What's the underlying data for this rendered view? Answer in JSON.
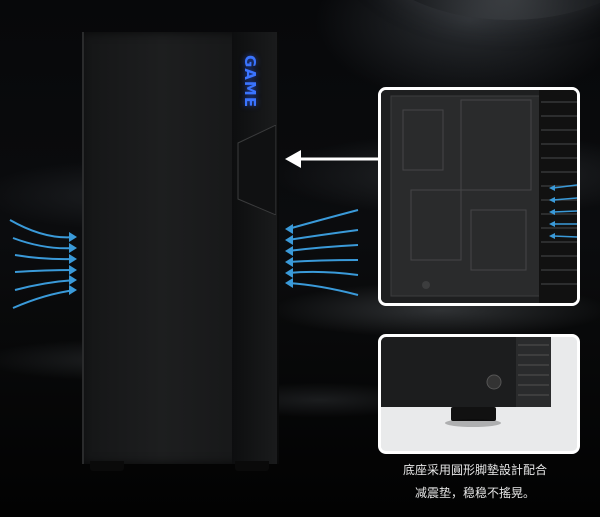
{
  "case": {
    "logo_text": "GAME"
  },
  "caption": {
    "line1": "底座采用圓形脚墊設計配合",
    "line2": "减震垫，稳稳不搖晃。"
  },
  "colors": {
    "airflow_blue": "#3a9ad9",
    "logo_blue": "#3a74ff",
    "inset_border": "#ffffff"
  }
}
